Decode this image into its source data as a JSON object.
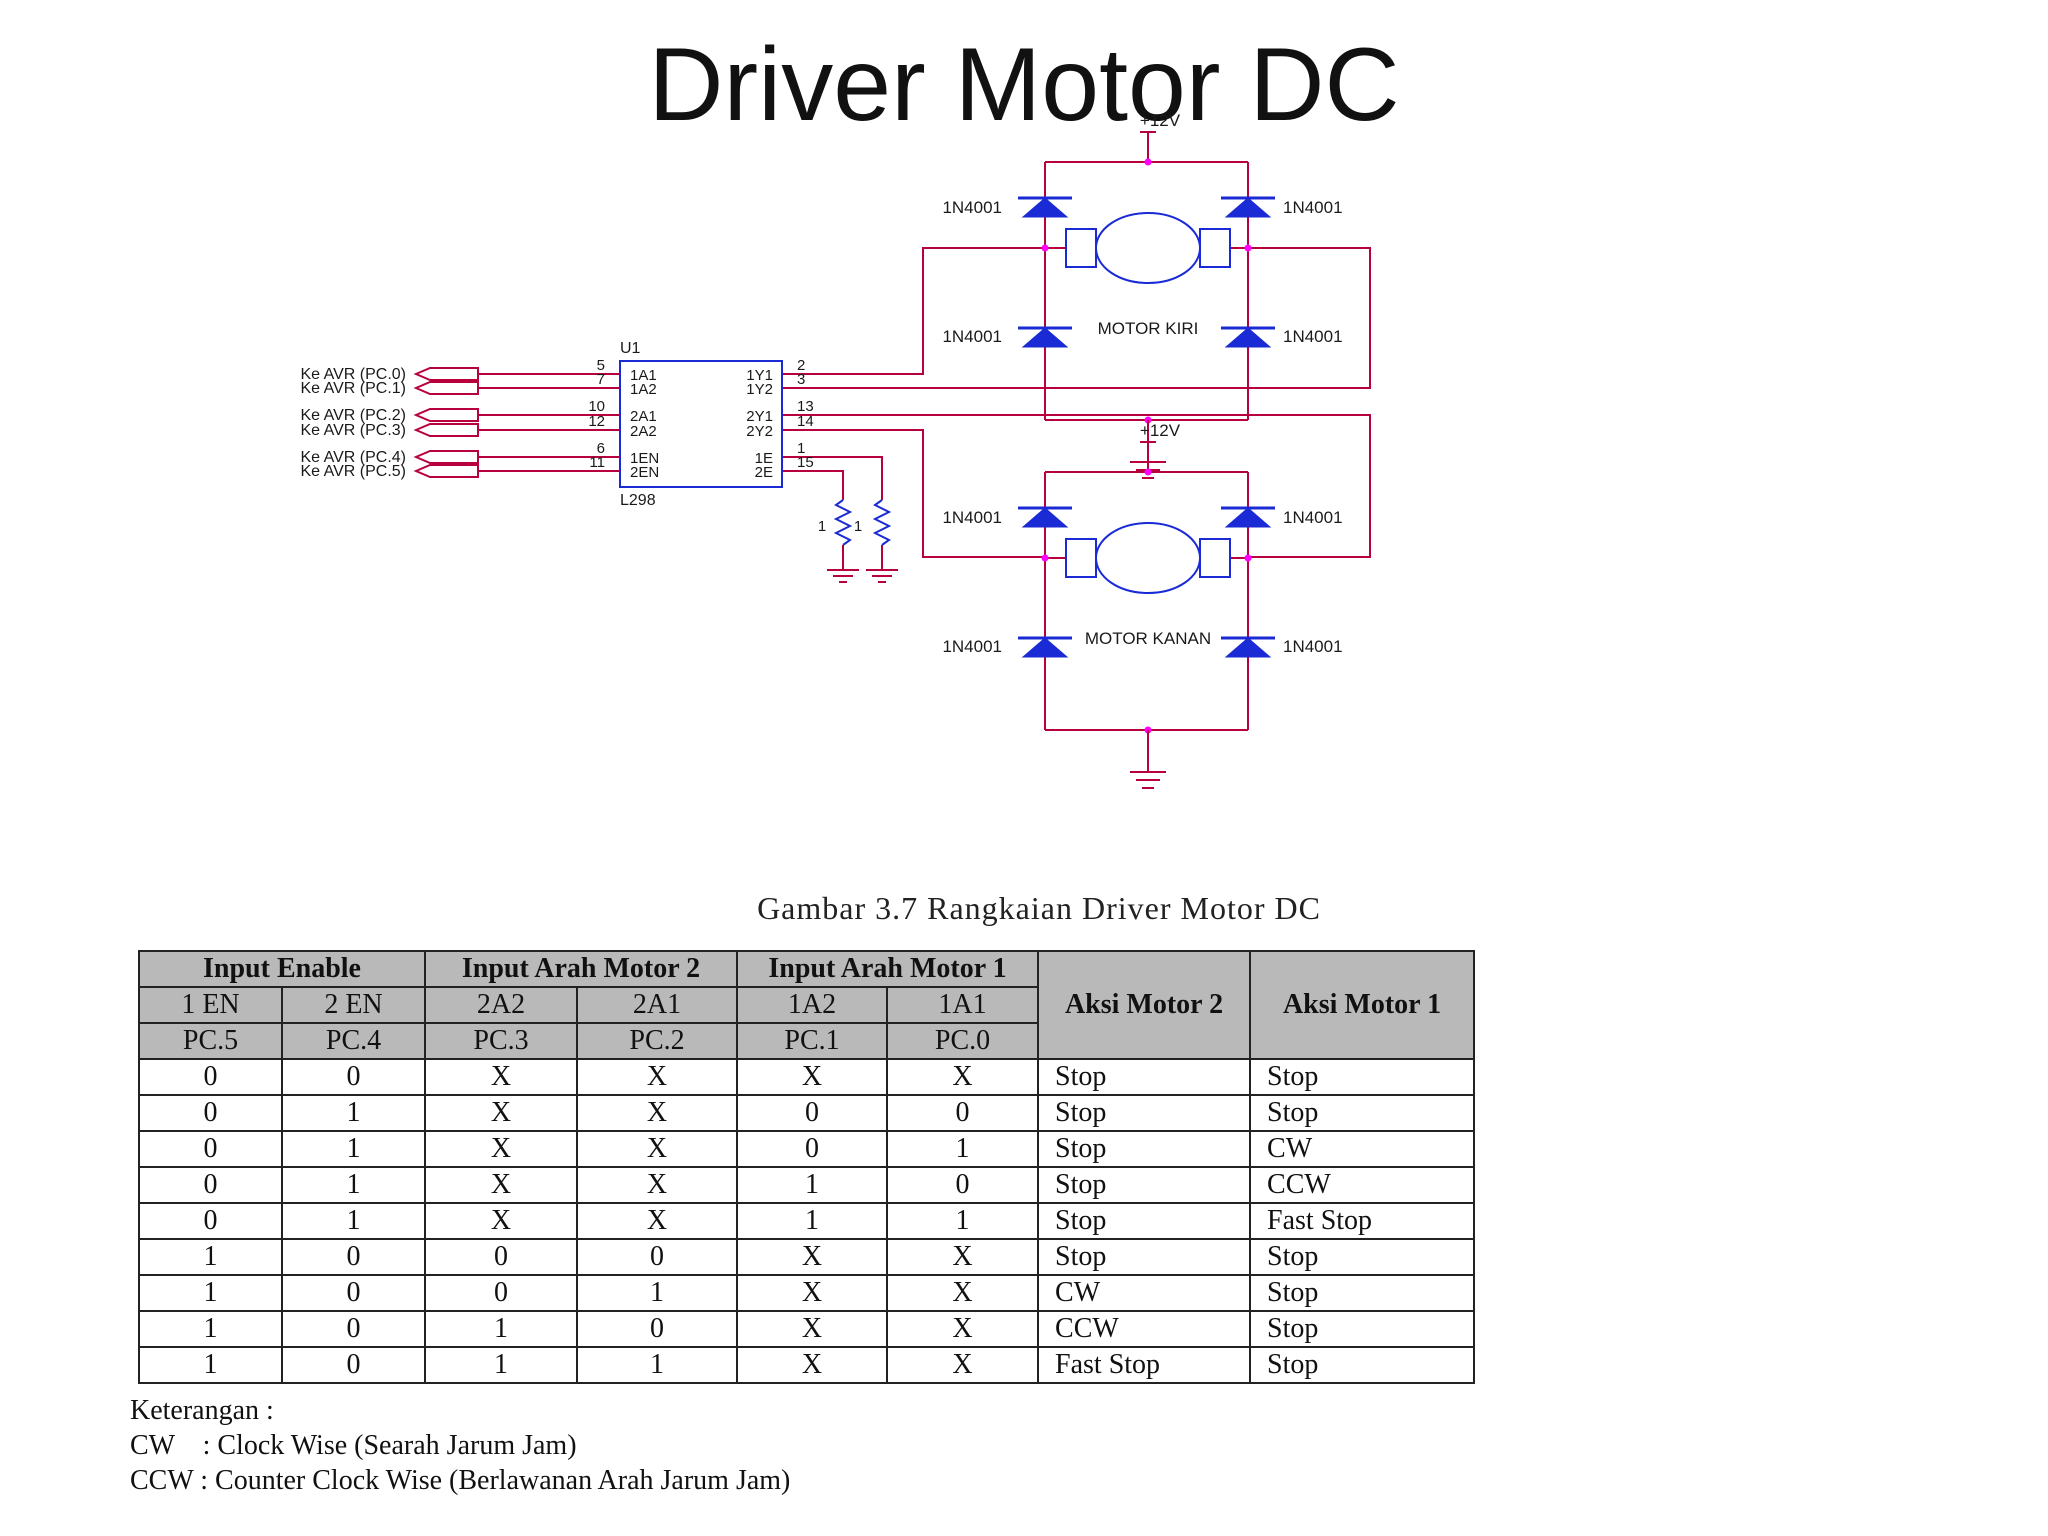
{
  "title": "Driver Motor DC",
  "circuit": {
    "ic_ref": "U1",
    "ic_part": "L298",
    "inputs": [
      "Ke AVR (PC.0)",
      "Ke AVR (PC.1)",
      "Ke AVR (PC.2)",
      "Ke AVR (PC.3)",
      "Ke AVR (PC.4)",
      "Ke AVR (PC.5)"
    ],
    "left_pin_numbers": [
      "5",
      "7",
      "10",
      "12",
      "6",
      "11"
    ],
    "left_pin_names": [
      "1A1",
      "1A2",
      "2A1",
      "2A2",
      "1EN",
      "2EN"
    ],
    "right_pin_names": [
      "1Y1",
      "1Y2",
      "2Y1",
      "2Y2",
      "1E",
      "2E"
    ],
    "right_pin_numbers": [
      "2",
      "3",
      "13",
      "14",
      "1",
      "15"
    ],
    "supply": "+12V",
    "diode": "1N4001",
    "motor_top": "MOTOR KIRI",
    "motor_bottom": "MOTOR KANAN",
    "sense_resistor": "1",
    "colors": {
      "wire": "#b8003c",
      "component": "#1a2bd6",
      "junction": "#ff00ff"
    }
  },
  "caption": "Gambar 3.7 Rangkaian Driver Motor DC",
  "table": {
    "group_headers": [
      "Input Enable",
      "Input Arah Motor 2",
      "Input Arah Motor 1",
      "Aksi Motor 2",
      "Aksi Motor 1"
    ],
    "pin_headers": [
      "1 EN",
      "2 EN",
      "2A2",
      "2A1",
      "1A2",
      "1A1"
    ],
    "port_headers": [
      "PC.5",
      "PC.4",
      "PC.3",
      "PC.2",
      "PC.1",
      "PC.0"
    ],
    "rows": [
      [
        "0",
        "0",
        "X",
        "X",
        "X",
        "X",
        "Stop",
        "Stop"
      ],
      [
        "0",
        "1",
        "X",
        "X",
        "0",
        "0",
        "Stop",
        "Stop"
      ],
      [
        "0",
        "1",
        "X",
        "X",
        "0",
        "1",
        "Stop",
        "CW"
      ],
      [
        "0",
        "1",
        "X",
        "X",
        "1",
        "0",
        "Stop",
        "CCW"
      ],
      [
        "0",
        "1",
        "X",
        "X",
        "1",
        "1",
        "Stop",
        "Fast Stop"
      ],
      [
        "1",
        "0",
        "0",
        "0",
        "X",
        "X",
        "Stop",
        "Stop"
      ],
      [
        "1",
        "0",
        "0",
        "1",
        "X",
        "X",
        "CW",
        "Stop"
      ],
      [
        "1",
        "0",
        "1",
        "0",
        "X",
        "X",
        "CCW",
        "Stop"
      ],
      [
        "1",
        "0",
        "1",
        "1",
        "X",
        "X",
        "Fast Stop",
        "Stop"
      ]
    ]
  },
  "legend": {
    "heading": "Keterangan :",
    "lines": [
      "CW    : Clock Wise (Searah Jarum Jam)",
      "CCW : Counter Clock Wise (Berlawanan Arah Jarum Jam)"
    ]
  }
}
